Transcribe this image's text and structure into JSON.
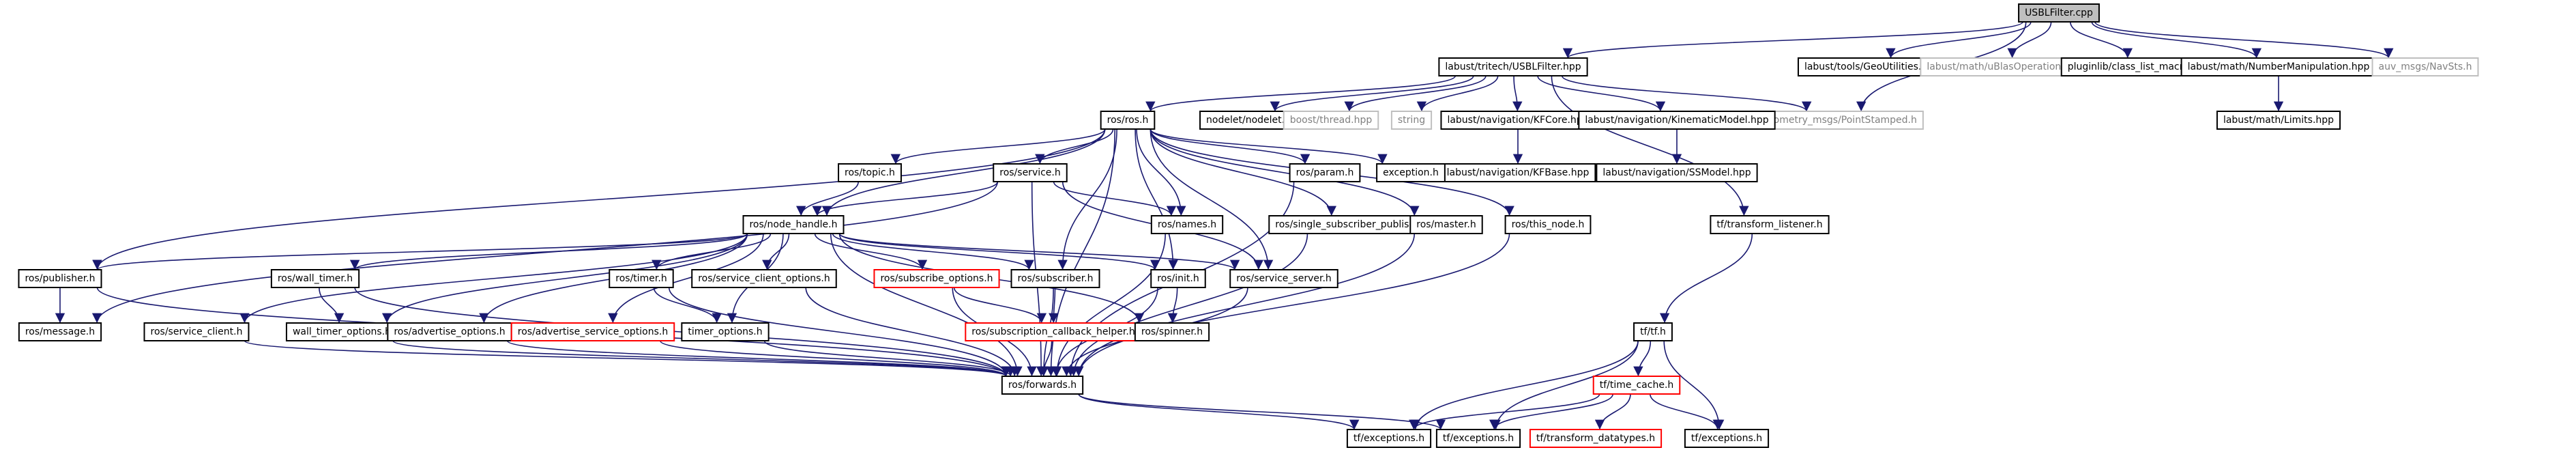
{
  "colors": {
    "edge": "#191970",
    "node_border": "#000000",
    "node_border_red": "#ff0000",
    "node_border_grey": "#bfbfbf",
    "root_fill": "#bfbfbf",
    "text": "#000000",
    "text_grey": "#808080"
  },
  "diagram": {
    "nodes": [
      {
        "id": "usblfilter_cpp",
        "label": "USBLFilter.cpp",
        "style": "root"
      },
      {
        "id": "usblfilter_hpp",
        "label": "labust/tritech/USBLFilter.hpp",
        "style": "normal"
      },
      {
        "id": "geoutilities",
        "label": "labust/tools/GeoUtilities.hpp",
        "style": "normal"
      },
      {
        "id": "ublas_ops",
        "label": "labust/math/uBlasOperations.hpp",
        "style": "grey"
      },
      {
        "id": "class_list_macros",
        "label": "pluginlib/class_list_macros.h",
        "style": "normal"
      },
      {
        "id": "number_manip",
        "label": "labust/math/NumberManipulation.hpp",
        "style": "normal"
      },
      {
        "id": "navsts",
        "label": "auv_msgs/NavSts.h",
        "style": "grey"
      },
      {
        "id": "point_stamped",
        "label": "geometry_msgs/PointStamped.h",
        "style": "grey"
      },
      {
        "id": "ros_h",
        "label": "ros/ros.h",
        "style": "normal"
      },
      {
        "id": "nodelet_h",
        "label": "nodelet/nodelet.h",
        "style": "normal"
      },
      {
        "id": "boost_thread",
        "label": "boost/thread.hpp",
        "style": "grey"
      },
      {
        "id": "string",
        "label": "string",
        "style": "grey"
      },
      {
        "id": "kfcore",
        "label": "labust/navigation/KFCore.hpp",
        "style": "normal"
      },
      {
        "id": "kinematic_model",
        "label": "labust/navigation/KinematicModel.hpp",
        "style": "normal"
      },
      {
        "id": "limits",
        "label": "labust/math/Limits.hpp",
        "style": "normal"
      },
      {
        "id": "kfbase",
        "label": "labust/navigation/KFBase.hpp",
        "style": "normal"
      },
      {
        "id": "ssmodel",
        "label": "labust/navigation/SSModel.hpp",
        "style": "normal"
      },
      {
        "id": "topic_h",
        "label": "ros/topic.h",
        "style": "normal"
      },
      {
        "id": "service_h",
        "label": "ros/service.h",
        "style": "normal"
      },
      {
        "id": "param_h",
        "label": "ros/param.h",
        "style": "normal"
      },
      {
        "id": "exception_h",
        "label": "exception.h",
        "style": "normal"
      },
      {
        "id": "node_handle",
        "label": "ros/node_handle.h",
        "style": "normal"
      },
      {
        "id": "names_h",
        "label": "ros/names.h",
        "style": "normal"
      },
      {
        "id": "single_sub_pub",
        "label": "ros/single_subscriber_publisher.h",
        "style": "normal"
      },
      {
        "id": "master_h",
        "label": "ros/master.h",
        "style": "normal"
      },
      {
        "id": "this_node",
        "label": "ros/this_node.h",
        "style": "normal"
      },
      {
        "id": "transform_listener",
        "label": "tf/transform_listener.h",
        "style": "normal"
      },
      {
        "id": "publisher_h",
        "label": "ros/publisher.h",
        "style": "normal"
      },
      {
        "id": "wall_timer",
        "label": "ros/wall_timer.h",
        "style": "normal"
      },
      {
        "id": "timer_h",
        "label": "ros/timer.h",
        "style": "normal"
      },
      {
        "id": "service_client_options",
        "label": "ros/service_client_options.h",
        "style": "normal"
      },
      {
        "id": "subscribe_options",
        "label": "ros/subscribe_options.h",
        "style": "red"
      },
      {
        "id": "subscriber_h",
        "label": "ros/subscriber.h",
        "style": "normal"
      },
      {
        "id": "init_h",
        "label": "ros/init.h",
        "style": "normal"
      },
      {
        "id": "service_server",
        "label": "ros/service_server.h",
        "style": "normal"
      },
      {
        "id": "message_h",
        "label": "ros/message.h",
        "style": "normal"
      },
      {
        "id": "service_client",
        "label": "ros/service_client.h",
        "style": "normal"
      },
      {
        "id": "wall_timer_options",
        "label": "wall_timer_options.h",
        "style": "normal"
      },
      {
        "id": "advertise_options",
        "label": "ros/advertise_options.h",
        "style": "normal"
      },
      {
        "id": "advertise_service_options",
        "label": "ros/advertise_service_options.h",
        "style": "red"
      },
      {
        "id": "timer_options",
        "label": "timer_options.h",
        "style": "normal"
      },
      {
        "id": "sub_cb_helper",
        "label": "ros/subscription_callback_helper.h",
        "style": "red"
      },
      {
        "id": "spinner_h",
        "label": "ros/spinner.h",
        "style": "normal"
      },
      {
        "id": "tf_h",
        "label": "tf/tf.h",
        "style": "normal"
      },
      {
        "id": "forwards_h",
        "label": "ros/forwards.h",
        "style": "normal"
      },
      {
        "id": "time_cache",
        "label": "tf/time_cache.h",
        "style": "red"
      },
      {
        "id": "tf_exceptions_1",
        "label": "tf/exceptions.h",
        "style": "normal"
      },
      {
        "id": "tf_exceptions_2",
        "label": "tf/exceptions.h",
        "style": "normal"
      },
      {
        "id": "transform_datatypes",
        "label": "tf/transform_datatypes.h",
        "style": "red"
      },
      {
        "id": "tf_exceptions_3",
        "label": "tf/exceptions.h",
        "style": "normal"
      }
    ],
    "edges": [
      [
        "usblfilter_cpp",
        "usblfilter_hpp"
      ],
      [
        "usblfilter_cpp",
        "geoutilities"
      ],
      [
        "usblfilter_cpp",
        "ublas_ops"
      ],
      [
        "usblfilter_cpp",
        "class_list_macros"
      ],
      [
        "usblfilter_cpp",
        "number_manip"
      ],
      [
        "usblfilter_cpp",
        "navsts"
      ],
      [
        "usblfilter_cpp",
        "point_stamped"
      ],
      [
        "usblfilter_hpp",
        "ros_h"
      ],
      [
        "usblfilter_hpp",
        "nodelet_h"
      ],
      [
        "usblfilter_hpp",
        "boost_thread"
      ],
      [
        "usblfilter_hpp",
        "string"
      ],
      [
        "usblfilter_hpp",
        "kfcore"
      ],
      [
        "usblfilter_hpp",
        "kinematic_model"
      ],
      [
        "usblfilter_hpp",
        "point_stamped"
      ],
      [
        "usblfilter_hpp",
        "transform_listener"
      ],
      [
        "number_manip",
        "limits"
      ],
      [
        "kfcore",
        "kfbase"
      ],
      [
        "kinematic_model",
        "ssmodel"
      ],
      [
        "ros_h",
        "topic_h"
      ],
      [
        "ros_h",
        "service_h"
      ],
      [
        "ros_h",
        "param_h"
      ],
      [
        "ros_h",
        "exception_h"
      ],
      [
        "ros_h",
        "node_handle"
      ],
      [
        "ros_h",
        "names_h"
      ],
      [
        "ros_h",
        "single_sub_pub"
      ],
      [
        "ros_h",
        "master_h"
      ],
      [
        "ros_h",
        "this_node"
      ],
      [
        "ros_h",
        "publisher_h"
      ],
      [
        "ros_h",
        "subscriber_h"
      ],
      [
        "ros_h",
        "init_h"
      ],
      [
        "ros_h",
        "service_server"
      ],
      [
        "ros_h",
        "forwards_h"
      ],
      [
        "topic_h",
        "node_handle"
      ],
      [
        "service_h",
        "node_handle"
      ],
      [
        "service_h",
        "names_h"
      ],
      [
        "service_h",
        "service_server"
      ],
      [
        "service_h",
        "message_h"
      ],
      [
        "service_h",
        "forwards_h"
      ],
      [
        "param_h",
        "forwards_h"
      ],
      [
        "names_h",
        "forwards_h"
      ],
      [
        "single_sub_pub",
        "forwards_h"
      ],
      [
        "master_h",
        "forwards_h"
      ],
      [
        "this_node",
        "forwards_h"
      ],
      [
        "node_handle",
        "publisher_h"
      ],
      [
        "node_handle",
        "wall_timer"
      ],
      [
        "node_handle",
        "timer_h"
      ],
      [
        "node_handle",
        "service_client_options"
      ],
      [
        "node_handle",
        "subscribe_options"
      ],
      [
        "node_handle",
        "subscriber_h"
      ],
      [
        "node_handle",
        "init_h"
      ],
      [
        "node_handle",
        "service_server"
      ],
      [
        "node_handle",
        "service_client"
      ],
      [
        "node_handle",
        "wall_timer_options"
      ],
      [
        "node_handle",
        "advertise_options"
      ],
      [
        "node_handle",
        "advertise_service_options"
      ],
      [
        "node_handle",
        "timer_options"
      ],
      [
        "node_handle",
        "spinner_h"
      ],
      [
        "node_handle",
        "forwards_h"
      ],
      [
        "publisher_h",
        "message_h"
      ],
      [
        "publisher_h",
        "forwards_h"
      ],
      [
        "wall_timer",
        "wall_timer_options"
      ],
      [
        "wall_timer",
        "forwards_h"
      ],
      [
        "timer_h",
        "timer_options"
      ],
      [
        "timer_h",
        "forwards_h"
      ],
      [
        "service_client_options",
        "forwards_h"
      ],
      [
        "subscribe_options",
        "sub_cb_helper"
      ],
      [
        "subscribe_options",
        "forwards_h"
      ],
      [
        "subscriber_h",
        "sub_cb_helper"
      ],
      [
        "subscriber_h",
        "forwards_h"
      ],
      [
        "init_h",
        "spinner_h"
      ],
      [
        "init_h",
        "forwards_h"
      ],
      [
        "service_server",
        "forwards_h"
      ],
      [
        "service_client",
        "forwards_h"
      ],
      [
        "wall_timer_options",
        "forwards_h"
      ],
      [
        "advertise_options",
        "forwards_h"
      ],
      [
        "advertise_service_options",
        "forwards_h"
      ],
      [
        "timer_options",
        "forwards_h"
      ],
      [
        "sub_cb_helper",
        "forwards_h"
      ],
      [
        "transform_listener",
        "tf_h"
      ],
      [
        "tf_h",
        "time_cache"
      ],
      [
        "tf_h",
        "tf_exceptions_1"
      ],
      [
        "tf_h",
        "tf_exceptions_2"
      ],
      [
        "tf_h",
        "tf_exceptions_3"
      ],
      [
        "forwards_h",
        "tf_exceptions_1"
      ],
      [
        "forwards_h",
        "tf_exceptions_2"
      ],
      [
        "time_cache",
        "tf_exceptions_1"
      ],
      [
        "time_cache",
        "tf_exceptions_2"
      ],
      [
        "time_cache",
        "transform_datatypes"
      ],
      [
        "time_cache",
        "tf_exceptions_3"
      ]
    ]
  }
}
